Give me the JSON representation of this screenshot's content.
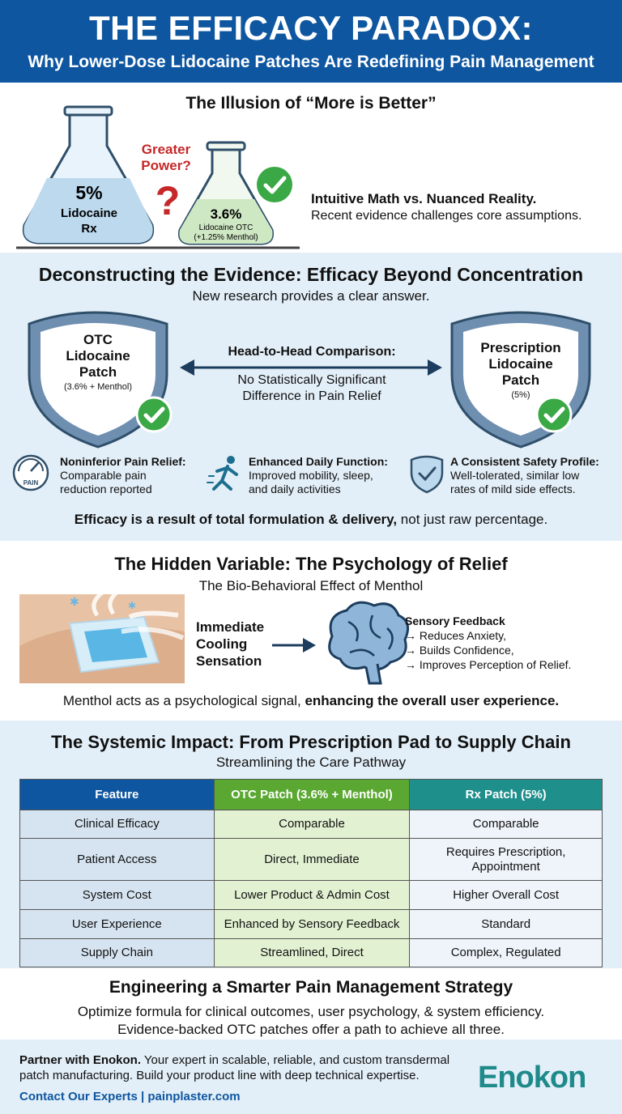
{
  "header": {
    "title": "THE EFFICACY PARADOX:",
    "subtitle": "Why Lower-Dose Lidocaine Patches Are Redefining Pain Management"
  },
  "illusion": {
    "title": "The Illusion of “More is Better”",
    "rx_flask": {
      "percent": "5%",
      "line1": "Lidocaine",
      "line2": "Rx"
    },
    "otc_flask": {
      "percent": "3.6%",
      "line1": "Lidocaine OTC",
      "line2": "(+1.25% Menthol)"
    },
    "question_label_1": "Greater",
    "question_label_2": "Power?",
    "question_mark": "?",
    "headline": "Intuitive Math vs. Nuanced Reality.",
    "body": "Recent evidence challenges core assumptions.",
    "colors": {
      "flask_fill": "#bcd9ee",
      "question": "#c62828",
      "check": "#3aa845"
    }
  },
  "evidence": {
    "title": "Deconstructing the Evidence: Efficacy Beyond Concentration",
    "subtitle": "New research provides a clear answer.",
    "otc_shield": {
      "line1": "OTC",
      "line2": "Lidocaine",
      "line3": "Patch",
      "detail": "(3.6% + Menthol)"
    },
    "rx_shield": {
      "line1": "Prescription",
      "line2": "Lidocaine",
      "line3": "Patch",
      "detail": "(5%)"
    },
    "comparison_heading": "Head-to-Head Comparison:",
    "comparison_line1": "No Statistically Significant",
    "comparison_line2": "Difference in Pain Relief",
    "features": [
      {
        "icon": "pain-gauge-icon",
        "icon_label": "PAIN",
        "heading": "Noninferior Pain Relief:",
        "line1": "Comparable pain",
        "line2": "reduction reported"
      },
      {
        "icon": "running-person-icon",
        "heading": "Enhanced Daily Function:",
        "line1": "Improved mobility, sleep,",
        "line2": "and daily activities"
      },
      {
        "icon": "safety-shield-icon",
        "heading": "A Consistent Safety Profile:",
        "line1": "Well-tolerated, similar low",
        "line2": "rates of mild side effects."
      }
    ],
    "conclusion_bold": "Efficacy is a result of total formulation & delivery,",
    "conclusion_rest": " not just raw percentage."
  },
  "psychology": {
    "title": "The Hidden Variable: The Psychology of Relief",
    "subtitle": "The Bio-Behavioral Effect of Menthol",
    "cooling_line1": "Immediate",
    "cooling_line2": "Cooling",
    "cooling_line3": "Sensation",
    "feedback_heading": "Sensory Feedback",
    "feedback_items": [
      "→ Reduces Anxiety,",
      "→ Builds Confidence,",
      "→ Improves Perception of Relief."
    ],
    "conclusion_plain": "Menthol acts as a psychological signal, ",
    "conclusion_bold": "enhancing the overall user experience."
  },
  "systemic": {
    "title": "The Systemic Impact: From Prescription Pad to Supply Chain",
    "subtitle": "Streamlining the Care Pathway",
    "table": {
      "headers": [
        "Feature",
        "OTC Patch (3.6% + Menthol)",
        "Rx Patch (5%)"
      ],
      "rows": [
        [
          "Clinical Efficacy",
          "Comparable",
          "Comparable"
        ],
        [
          "Patient Access",
          "Direct, Immediate",
          "Requires Prescription,",
          "Appointment"
        ],
        [
          "System Cost",
          "Lower Product & Admin Cost",
          "Higher Overall Cost"
        ],
        [
          "User Experience",
          "Enhanced by Sensory Feedback",
          "Standard"
        ],
        [
          "Supply Chain",
          "Streamlined, Direct",
          "Complex, Regulated"
        ]
      ]
    }
  },
  "strategy": {
    "title": "Engineering a Smarter Pain Management Strategy",
    "line1": "Optimize formula for clinical outcomes, user psychology, & system efficiency.",
    "line2": "Evidence-backed OTC patches offer a path to achieve all three."
  },
  "footer": {
    "partner_bold": "Partner with Enokon.",
    "partner_rest": " Your expert in scalable, reliable, and custom transdermal patch manufacturing. Build your product line with deep technical expertise.",
    "contact": "Contact Our Experts | painplaster.com",
    "logo": "Enokon"
  }
}
